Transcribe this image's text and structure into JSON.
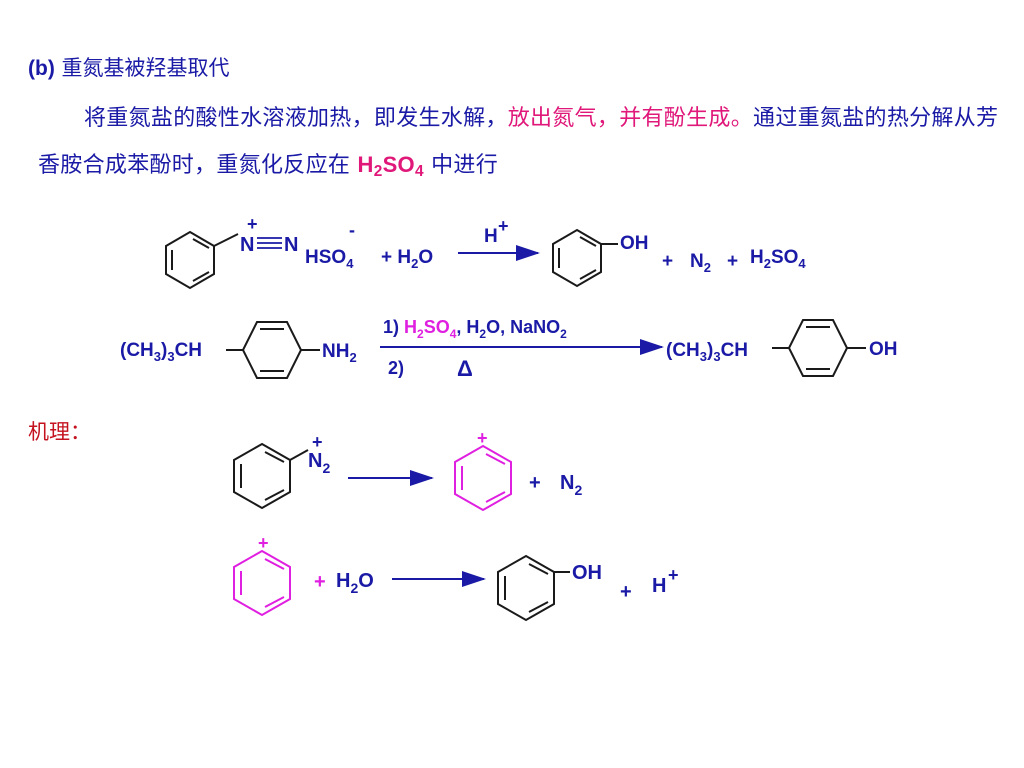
{
  "heading": {
    "label": "(b)",
    "title": "重氮基被羟基取代"
  },
  "paragraph": {
    "part1": "将重氮盐的酸性水溶液加热，即发生水解，",
    "part2_highlight": "放出氮气，并有酚生成。",
    "part3": "通过重氮盐的热分解从芳香胺合成苯酚时，重氮化反应在 ",
    "acid_main": "H",
    "acid_sub1": "2",
    "acid_mid": "SO",
    "acid_sub2": "4",
    "part4": " 中进行"
  },
  "reaction1": {
    "n_plus": "+",
    "n1": "N",
    "n2": "N",
    "anion": "HSO",
    "anion_sub": "4",
    "anion_charge": "-",
    "plus1": "+ H",
    "water_sub": "2",
    "water_o": "O",
    "catalyst": "H",
    "catalyst_charge": "+",
    "oh": "OH",
    "plus2": "+",
    "n2_gas": "N",
    "n2_sub": "2",
    "plus3": "+",
    "acid": "H",
    "acid_sub1": "2",
    "acid_mid": "SO",
    "acid_sub2": "4"
  },
  "reaction2": {
    "left_group": "(CH",
    "left_group_sub1": "3",
    "left_group_mid": ")",
    "left_group_sub2": "3",
    "left_group_end": "CH",
    "amine": "NH",
    "amine_sub": "2",
    "step1_num": "1)",
    "step1_acid": "H",
    "step1_acid_sub1": "2",
    "step1_acid_mid": "SO",
    "step1_acid_sub2": "4",
    "step1_rest_a": ", H",
    "step1_rest_sub": "2",
    "step1_rest_b": "O, NaNO",
    "step1_rest_sub2": "2",
    "step2_num": "2)",
    "step2_heat": "Δ",
    "right_group": "(CH",
    "right_group_sub1": "3",
    "right_group_mid": ")",
    "right_group_sub2": "3",
    "right_group_end": "CH",
    "oh": "OH"
  },
  "mechanism": {
    "label": "机理：",
    "step1_plus": "+",
    "step1_n": "N",
    "step1_n_sub": "2",
    "step1_cation_plus": "+",
    "step1_plus_sign": "+",
    "step1_n2": "N",
    "step1_n2_sub": "2",
    "step2_cation_plus": "+",
    "step2_plus": "+",
    "step2_water": "H",
    "step2_water_sub": "2",
    "step2_water_o": "O",
    "step2_oh": "OH",
    "step2_plus2": "+",
    "step2_h": "H",
    "step2_h_charge": "+"
  },
  "colors": {
    "text": "#1a1aa6",
    "highlight": "#e0187a",
    "cation": "#e020e0",
    "structure": "#1a1a1a",
    "mech_label": "#c4121f"
  }
}
